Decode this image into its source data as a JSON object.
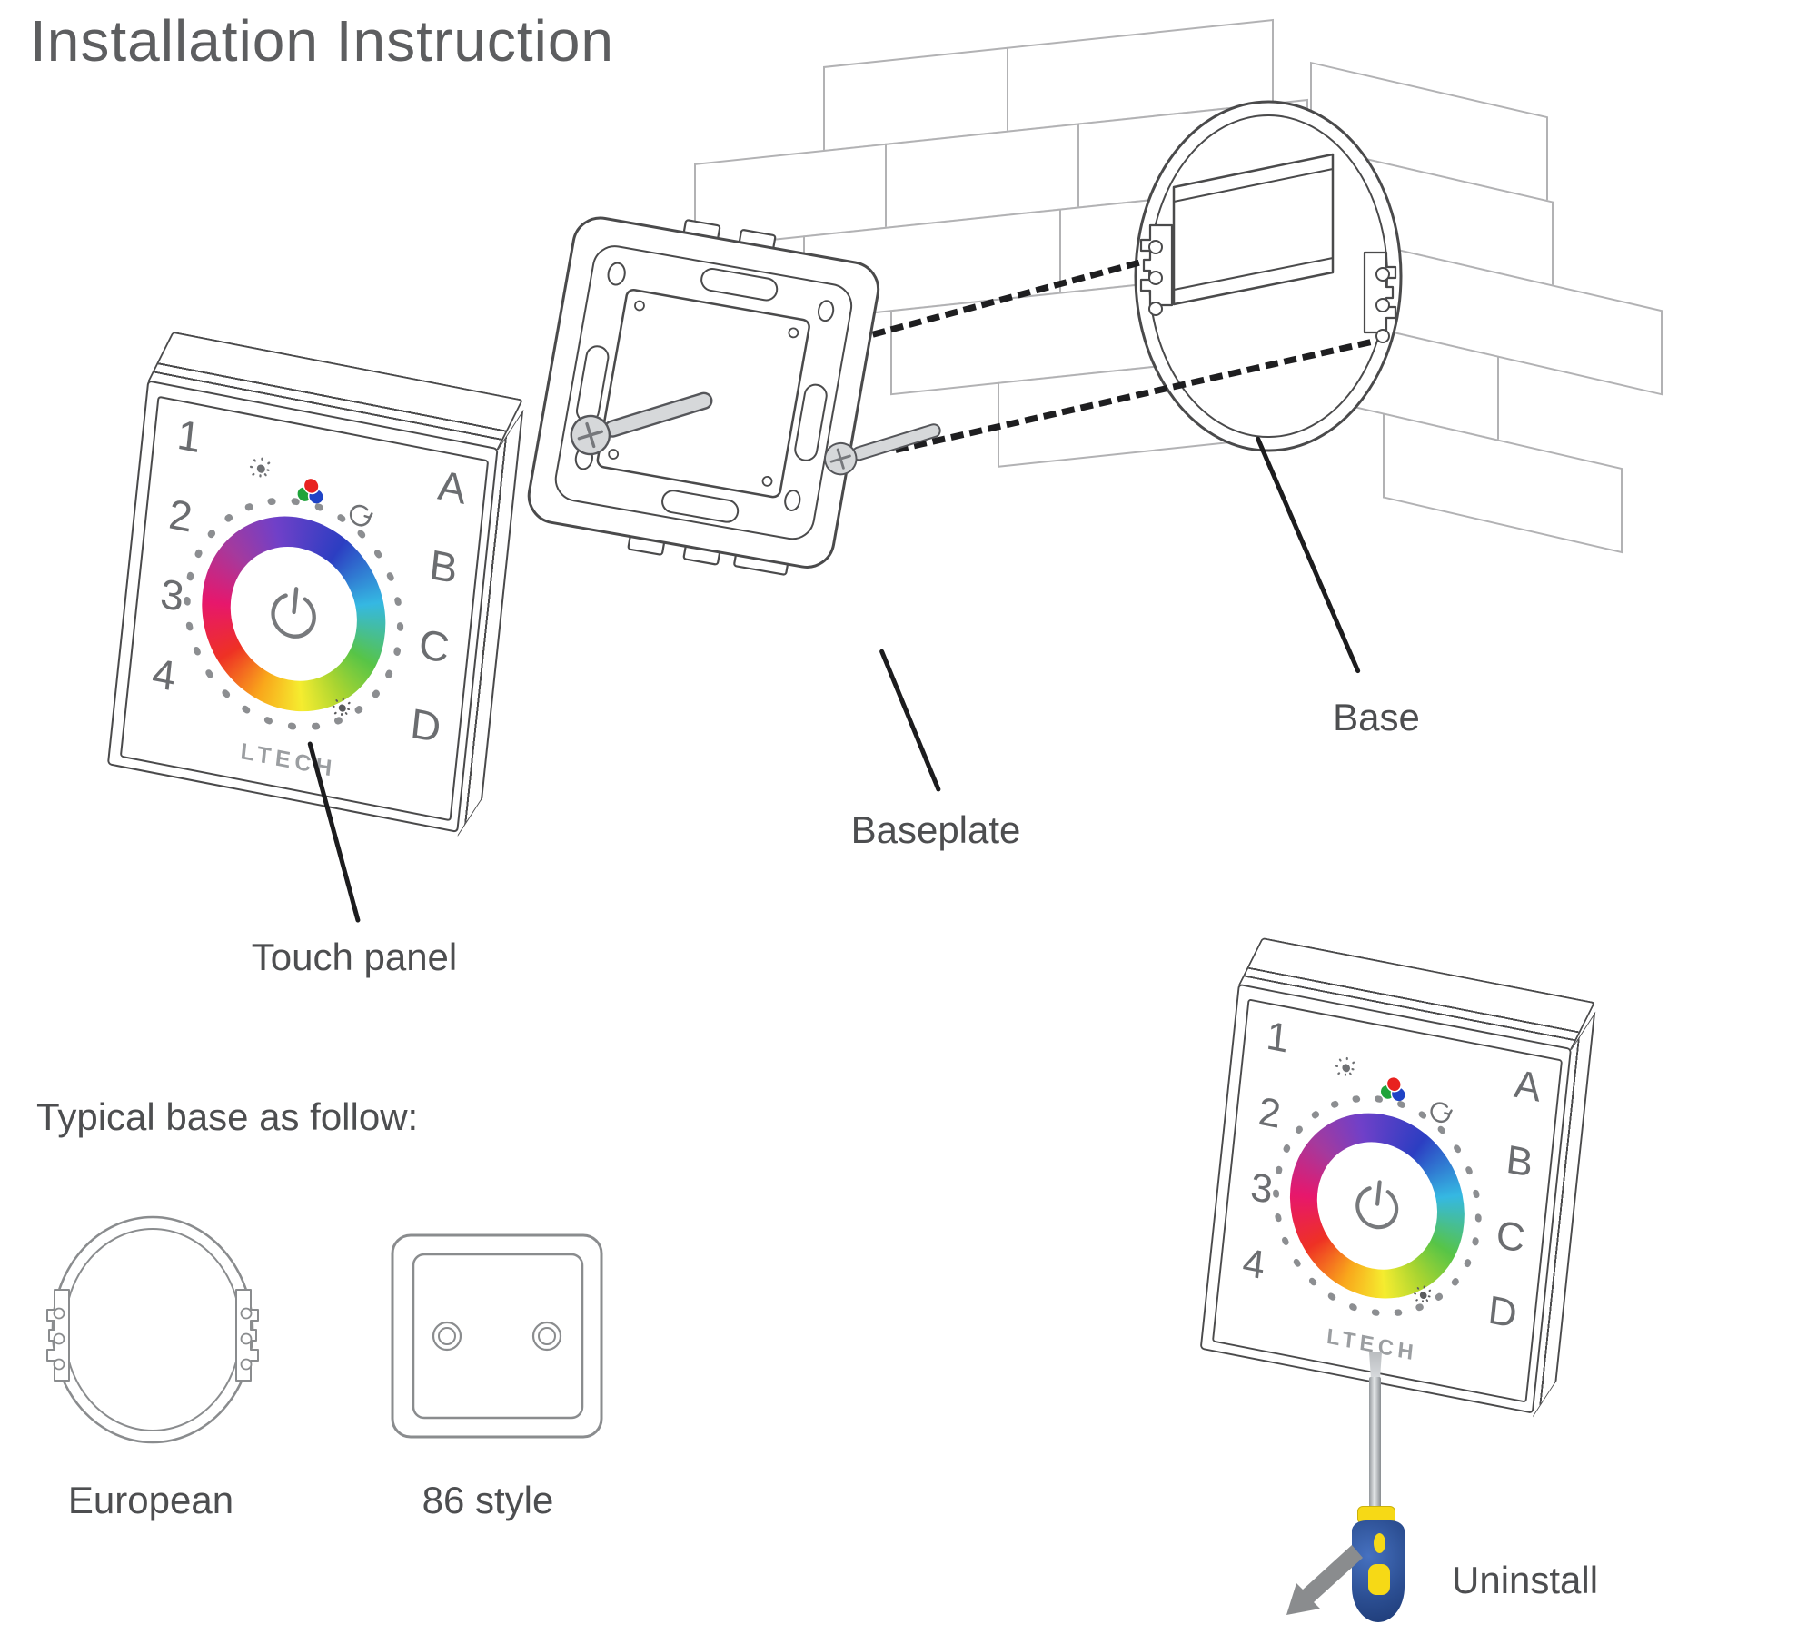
{
  "title": "Installation Instruction",
  "panel": {
    "brand": "LTECH",
    "zones": [
      "1",
      "2",
      "3",
      "4"
    ],
    "scenes": [
      "A",
      "B",
      "C",
      "D"
    ]
  },
  "annotations": {
    "touch_panel": "Touch panel",
    "baseplate": "Baseplate",
    "base": "Base",
    "typical_base": "Typical base as follow:",
    "european": "European",
    "style_86": "86 style",
    "uninstall": "Uninstall"
  },
  "colors": {
    "line_art": "#4a4a4b",
    "brick_line": "#b2b2b4",
    "label_text": "#4d4e50",
    "screwdriver_blue": "#2c4f93",
    "screwdriver_yellow": "#f6d916",
    "metal": "#d6d8da",
    "rgb_icon": [
      "#e8221f",
      "#1fa33a",
      "#1f43c6"
    ],
    "color_wheel": [
      "#7040c8",
      "#2c3ec2",
      "#35b8e2",
      "#57c447",
      "#a8d431",
      "#f5ec2f",
      "#f9a71b",
      "#ee3124",
      "#e7176c",
      "#a43a9e"
    ]
  }
}
